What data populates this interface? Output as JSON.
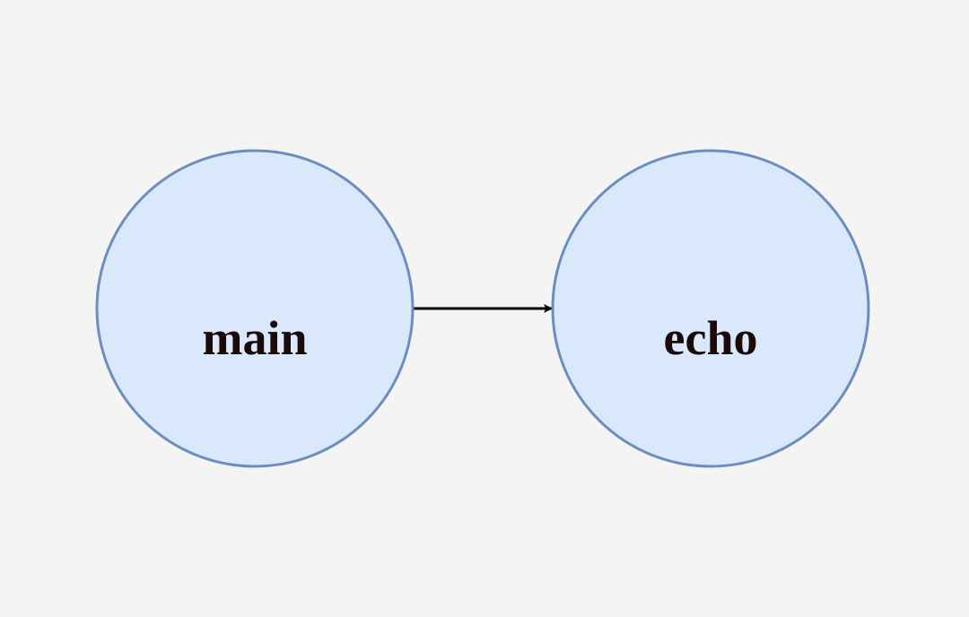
{
  "diagram": {
    "colors": {
      "background": "#f4f4f4",
      "node_fill": "#dae8fc",
      "node_stroke": "#6c8ebf",
      "label_text": "#1a0a0a",
      "edge": "#000000"
    },
    "nodes": [
      {
        "id": "main",
        "label": "main",
        "shape": "circle"
      },
      {
        "id": "echo",
        "label": "echo",
        "shape": "circle"
      }
    ],
    "edges": [
      {
        "from": "main",
        "to": "echo",
        "arrow": "filled-arrowhead"
      }
    ]
  }
}
